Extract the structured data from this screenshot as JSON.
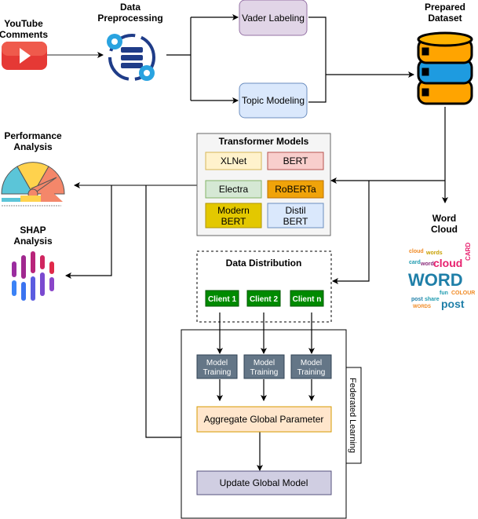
{
  "nodes": {
    "youtube": {
      "label1": "YouTube",
      "label2": "Comments",
      "icon": "youtube-play-icon",
      "color": "#e53935"
    },
    "preprocessing": {
      "label1": "Data",
      "label2": "Preprocessing",
      "icon": "gear-server-cycle-icon"
    },
    "vader": {
      "label": "Vader Labeling",
      "fill": "#e1d5e7",
      "stroke": "#9673a6"
    },
    "topic": {
      "label": "Topic Modeling",
      "fill": "#dae8fc",
      "stroke": "#6c8ebf"
    },
    "dataset": {
      "label1": "Prepared",
      "label2": "Dataset",
      "icon": "database-icon"
    },
    "wordcloud": {
      "label1": "Word",
      "label2": "Cloud",
      "icon": "word-cloud-image",
      "words": [
        "cloud",
        "words",
        "card",
        "word",
        "cloud",
        "CARD",
        "WORD",
        "fun",
        "COLOUR",
        "post",
        "share",
        "WORDS",
        "post"
      ]
    },
    "performance": {
      "label1": "Performance",
      "label2": "Analysis",
      "icon": "gauge-icon"
    },
    "shap": {
      "label1": "SHAP",
      "label2": "Analysis",
      "icon": "shap-bars-icon"
    }
  },
  "transformers": {
    "title": "Transformer Models",
    "models": [
      {
        "line1": "XLNet",
        "line2": "",
        "fill": "#fff2cc",
        "stroke": "#d6b656"
      },
      {
        "line1": "BERT",
        "line2": "",
        "fill": "#f8cecc",
        "stroke": "#b85450"
      },
      {
        "line1": "Electra",
        "line2": "",
        "fill": "#d5e8d4",
        "stroke": "#82b366"
      },
      {
        "line1": "RoBERTa",
        "line2": "",
        "fill": "#f0a30a",
        "stroke": "#bd7000"
      },
      {
        "line1": "Modern",
        "line2": "BERT",
        "fill": "#e3c800",
        "stroke": "#b09500"
      },
      {
        "line1": "Distil",
        "line2": "BERT",
        "fill": "#dae8fc",
        "stroke": "#6c8ebf"
      }
    ]
  },
  "distribution": {
    "title": "Data Distribution",
    "clients": [
      "Client 1",
      "Client 2",
      "Client n"
    ],
    "client_color": "#008a00"
  },
  "federated": {
    "label": "Federated Learning",
    "training": [
      {
        "line1": "Model",
        "line2": "Training"
      },
      {
        "line1": "Model",
        "line2": "Training"
      },
      {
        "line1": "Model",
        "line2": "Training"
      }
    ],
    "aggregate": "Aggregate Global Parameter",
    "update": "Update Global Model"
  }
}
